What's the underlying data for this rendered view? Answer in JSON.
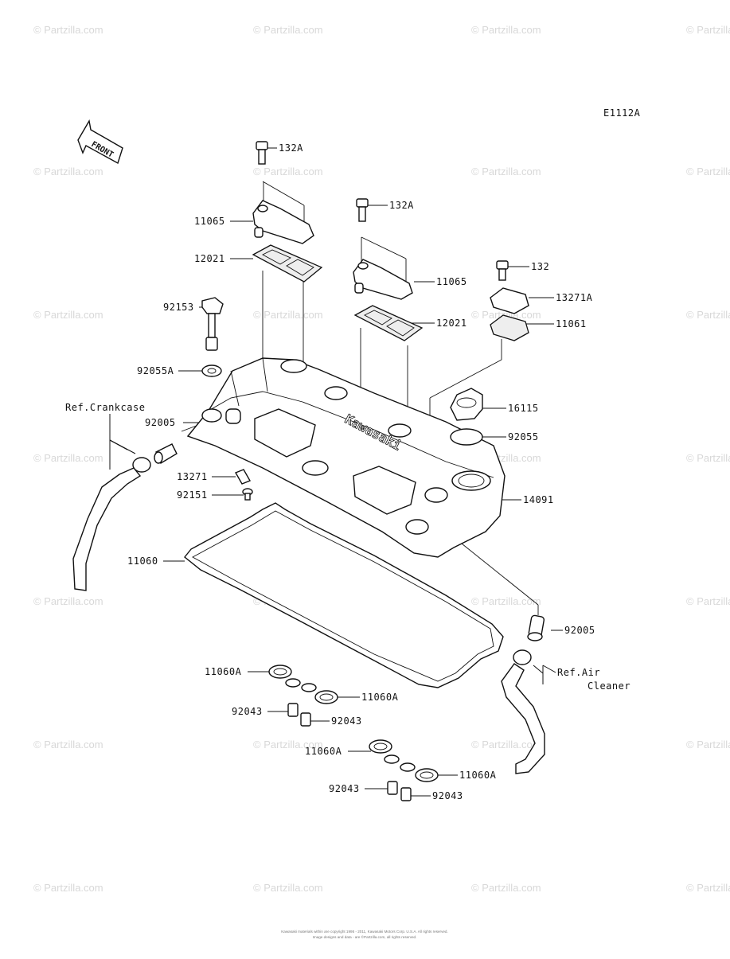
{
  "diagram_code": "E1112A",
  "front_label": "FRONT",
  "watermark": "© Partzilla.com",
  "copyright_lines": [
    "Kawasaki materials within are copyright 1995 - 2011, Kawasaki Motors Corp. U.S.A. All rights reserved.",
    "Image designs and data - are ©Partzilla.com, all rights reserved."
  ],
  "references": {
    "crankcase": "Ref.Crankcase",
    "air_cleaner_1": "Ref.Air",
    "air_cleaner_2": "Cleaner"
  },
  "part_labels": {
    "p132a_1": "132A",
    "p11065_1": "11065",
    "p12021_1": "12021",
    "p92153": "92153",
    "p92055a": "92055A",
    "p92005_1": "92005",
    "p13271": "13271",
    "p92151": "92151",
    "p11060": "11060",
    "p132a_2": "132A",
    "p11065_2": "11065",
    "p12021_2": "12021",
    "p132": "132",
    "p13271a": "13271A",
    "p11061": "11061",
    "p16115": "16115",
    "p92055": "92055",
    "p14091": "14091",
    "p92005_2": "92005",
    "p11060a_1": "11060A",
    "p11060a_2": "11060A",
    "p92043_1": "92043",
    "p92043_2": "92043",
    "p11060a_3": "11060A",
    "p11060a_4": "11060A",
    "p92043_3": "92043",
    "p92043_4": "92043"
  }
}
